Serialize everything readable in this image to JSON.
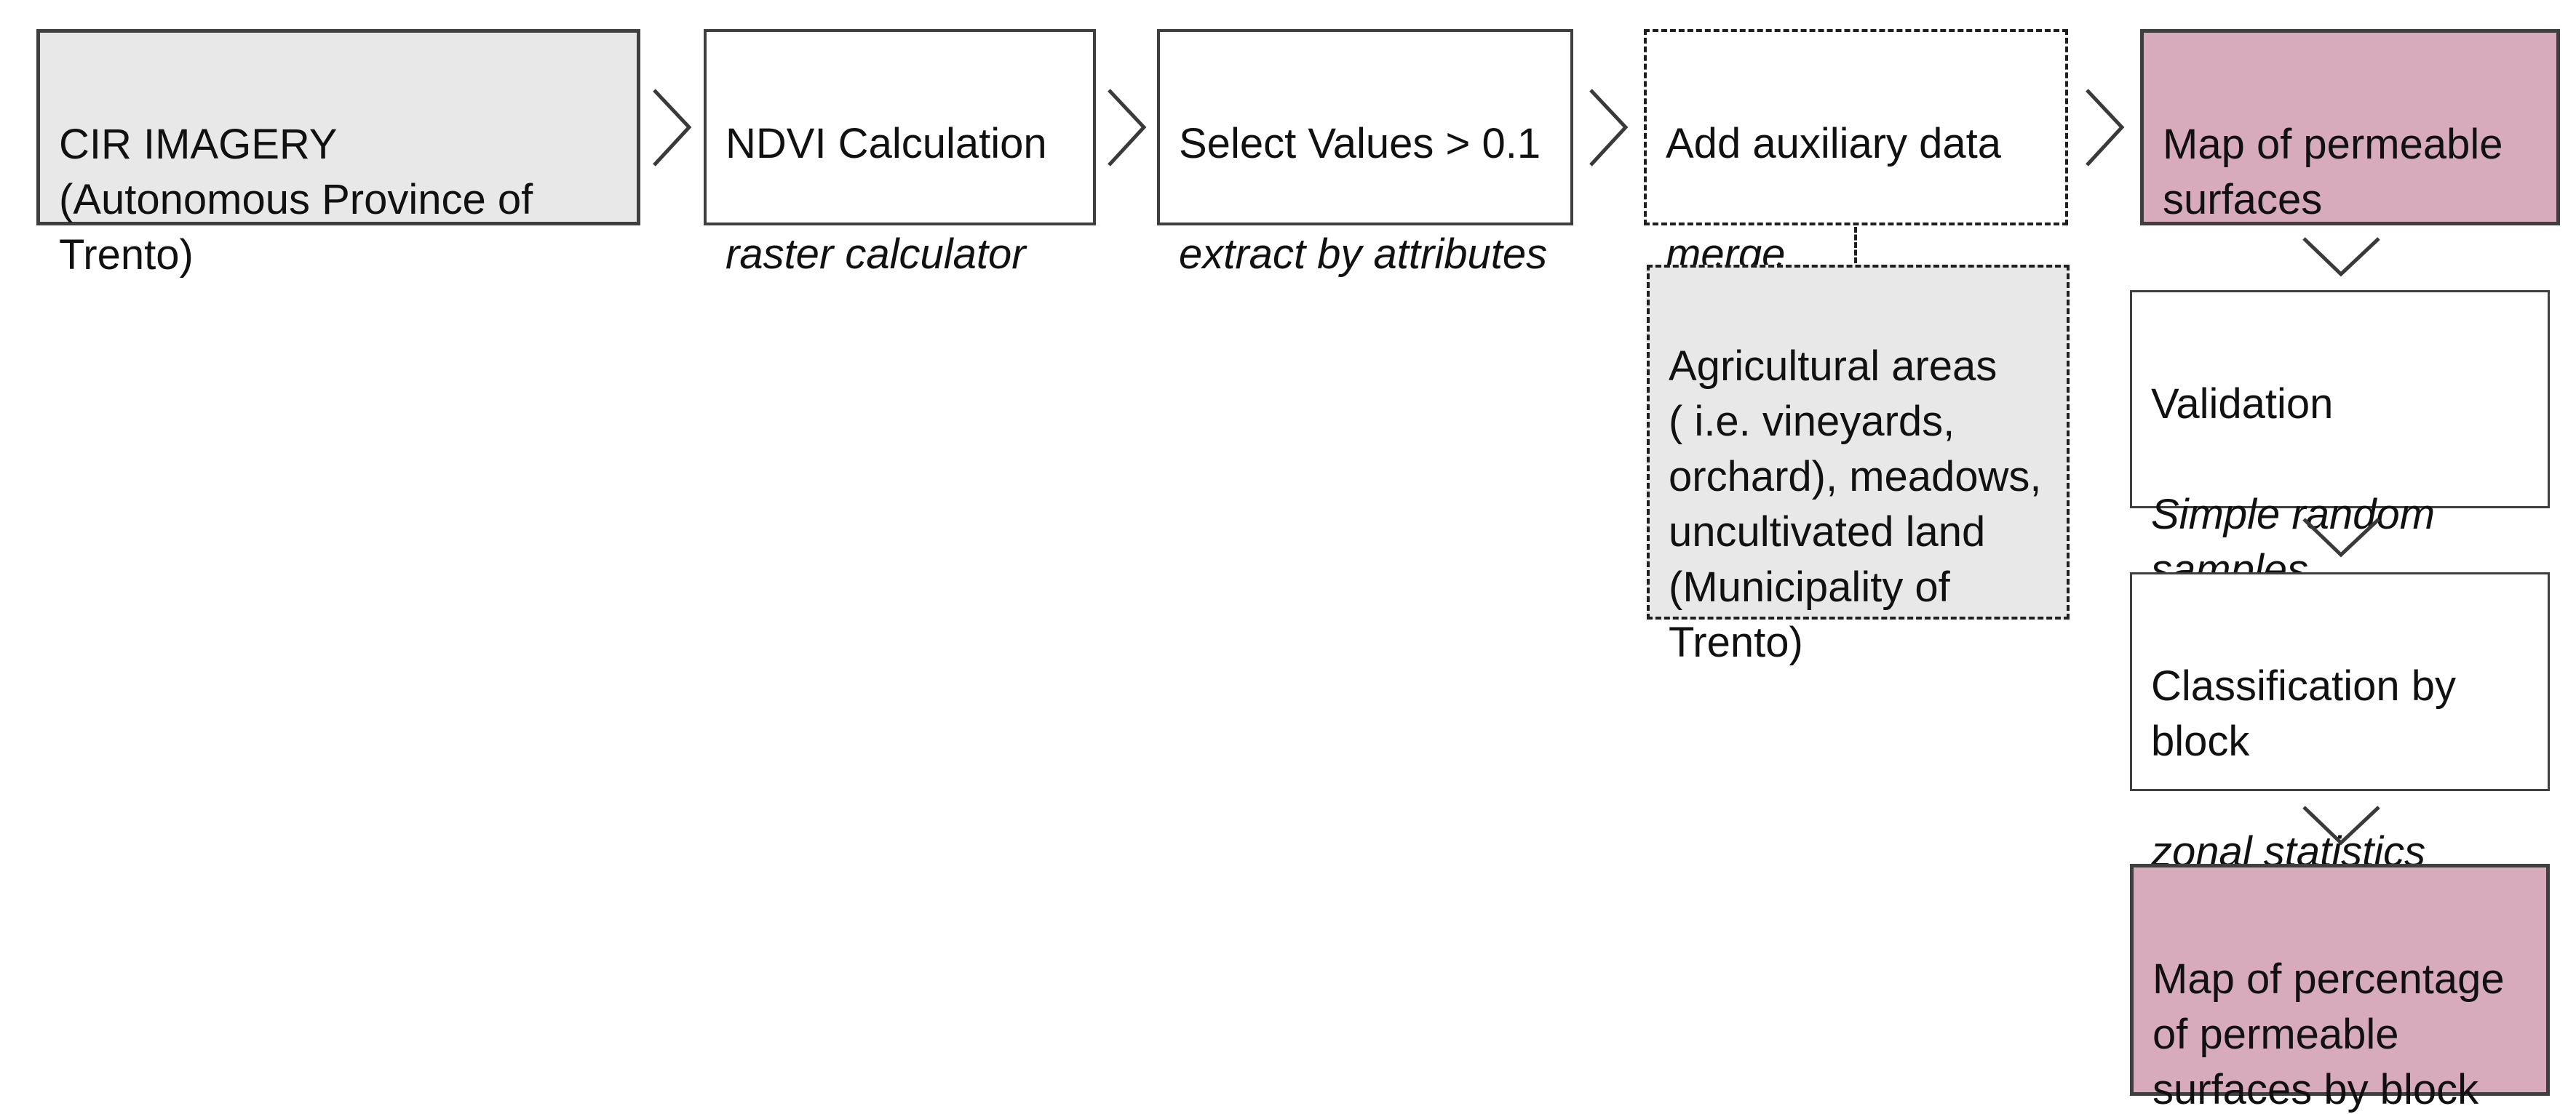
{
  "colors": {
    "box_gray": "#e9e8e8",
    "box_pink": "#d7abbb",
    "box_white": "#ffffff",
    "border": "#3f3f3f",
    "dashed_border": "#1f1f1f",
    "text": "#111111",
    "arrow": "#3a3a3a"
  },
  "nodes": {
    "cir": {
      "text": "CIR IMAGERY\n(Autonomous Province of\nTrento)"
    },
    "ndvi": {
      "title": "NDVI Calculation",
      "tool": "raster calculator"
    },
    "select": {
      "title": "Select Values > 0.1",
      "tool": "extract by attributes"
    },
    "aux": {
      "title": "Add auxiliary data",
      "tool": "merge"
    },
    "map_permeable": {
      "text": "Map of permeable\nsurfaces"
    },
    "aux_source": {
      "text": "Agricultural areas\n( i.e. vineyards,\norchard), meadows,\nuncultivated land\n(Municipality of\nTrento)"
    },
    "validation": {
      "title": "Validation",
      "tool": "Simple random\nsamples"
    },
    "classification": {
      "title": "Classification by\nblock",
      "tool": "zonal statistics"
    },
    "map_percentage": {
      "text": "Map of percentage\nof permeable\nsurfaces by block"
    }
  }
}
